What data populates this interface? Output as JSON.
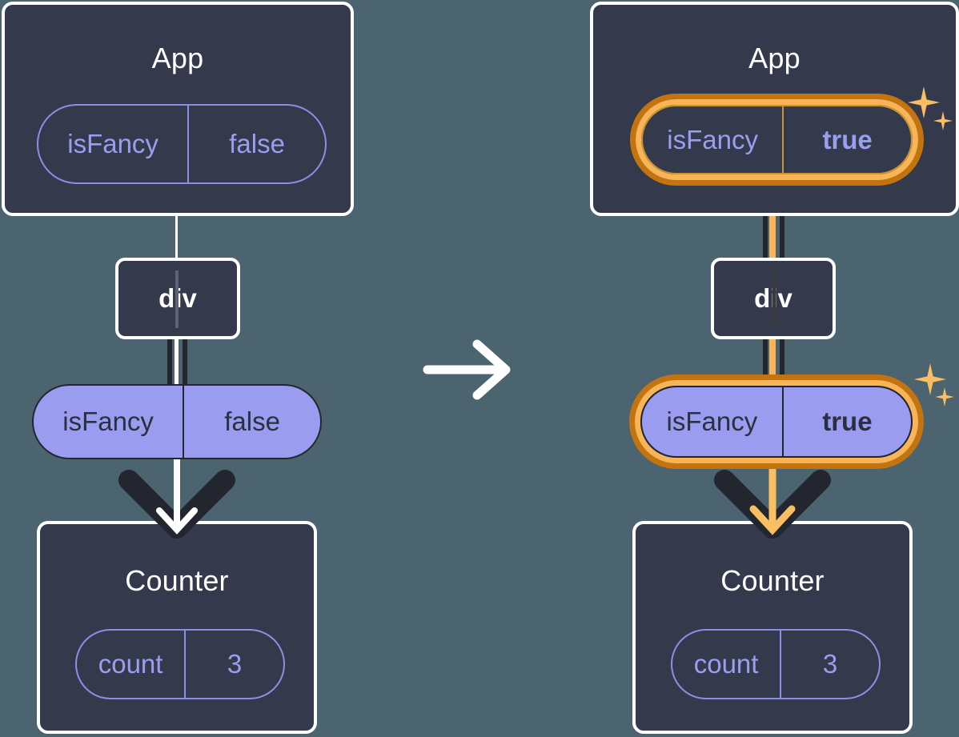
{
  "theme": {
    "background": "#4b646f",
    "node_fill": "#343a4b",
    "node_border": "#ffffff",
    "pill_solid_fill": "#9a9cf0",
    "pill_text_purple": "#9a9ef0",
    "pill_text_dark": "#2b3040",
    "highlight_outer": "#c4740f",
    "highlight_inner": "#f8b457",
    "sparkle": "#fbbf63",
    "connector_dark": "#23262f",
    "connector_white": "#ffffff"
  },
  "transition": {
    "arrow_icon": "arrow-right-icon",
    "color": "#ffffff"
  },
  "panels": [
    {
      "id": "before",
      "app": {
        "title": "App",
        "state_pill": {
          "key": "isFancy",
          "value": "false",
          "highlighted": false,
          "bold_value": false
        }
      },
      "div": {
        "label": "div"
      },
      "props_pill": {
        "key": "isFancy",
        "value": "false",
        "highlighted": false,
        "bold_value": false
      },
      "counter": {
        "title": "Counter",
        "state_pill": {
          "key": "count",
          "value": "3",
          "highlighted": false,
          "bold_value": false
        }
      },
      "sparkles_visible": false
    },
    {
      "id": "after",
      "app": {
        "title": "App",
        "state_pill": {
          "key": "isFancy",
          "value": "true",
          "highlighted": true,
          "bold_value": true
        }
      },
      "div": {
        "label": "div"
      },
      "props_pill": {
        "key": "isFancy",
        "value": "true",
        "highlighted": true,
        "bold_value": true
      },
      "counter": {
        "title": "Counter",
        "state_pill": {
          "key": "count",
          "value": "3",
          "highlighted": false,
          "bold_value": false
        }
      },
      "sparkles_visible": true
    }
  ]
}
